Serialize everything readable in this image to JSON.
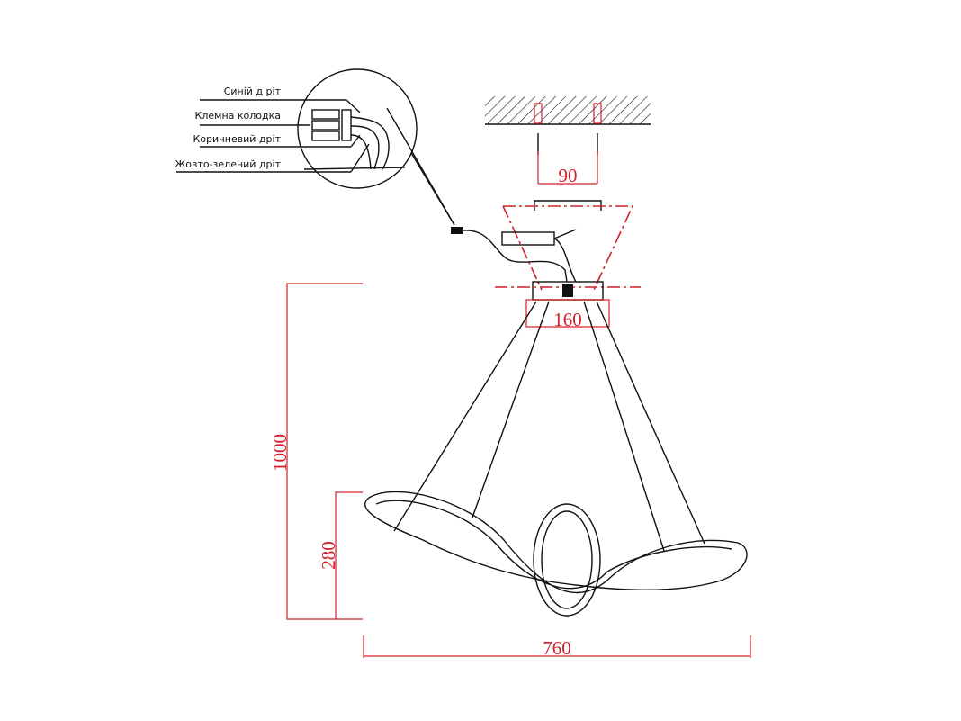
{
  "wiring_labels": {
    "blue_wire": "Синій д ріт",
    "terminal_block": "Клемна колодка",
    "brown_wire": "Коричневий дріт",
    "yellow_green_wire": "Жовто-зелений дріт"
  },
  "dimensions": {
    "mount_spacing": "90",
    "canopy_width": "160",
    "total_height": "1000",
    "ring_height": "280",
    "total_width": "760"
  },
  "colors": {
    "dimension": "#d0202a",
    "line": "#111111"
  }
}
